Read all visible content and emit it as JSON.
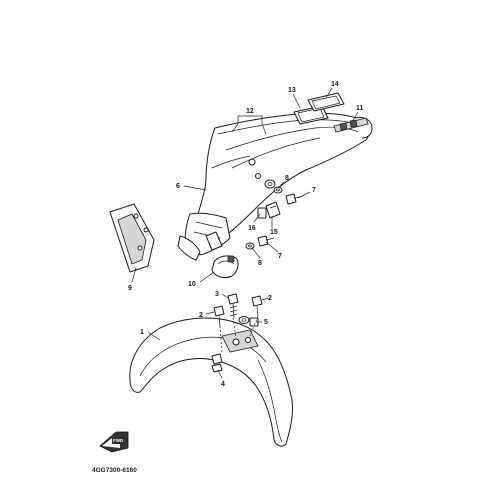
{
  "diagram": {
    "code": "4GG7300-6160",
    "fwd_label": "FWD",
    "callouts": {
      "c1": "1",
      "c2a": "2",
      "c2b": "2",
      "c3": "3",
      "c4": "4",
      "c5": "5",
      "c6": "6",
      "c7a": "7",
      "c7b": "7",
      "c8a": "8",
      "c8b": "8",
      "c9": "9",
      "c10": "10",
      "c11": "11",
      "c12": "12",
      "c13": "13",
      "c14": "14",
      "c15": "15",
      "c16": "16"
    }
  }
}
